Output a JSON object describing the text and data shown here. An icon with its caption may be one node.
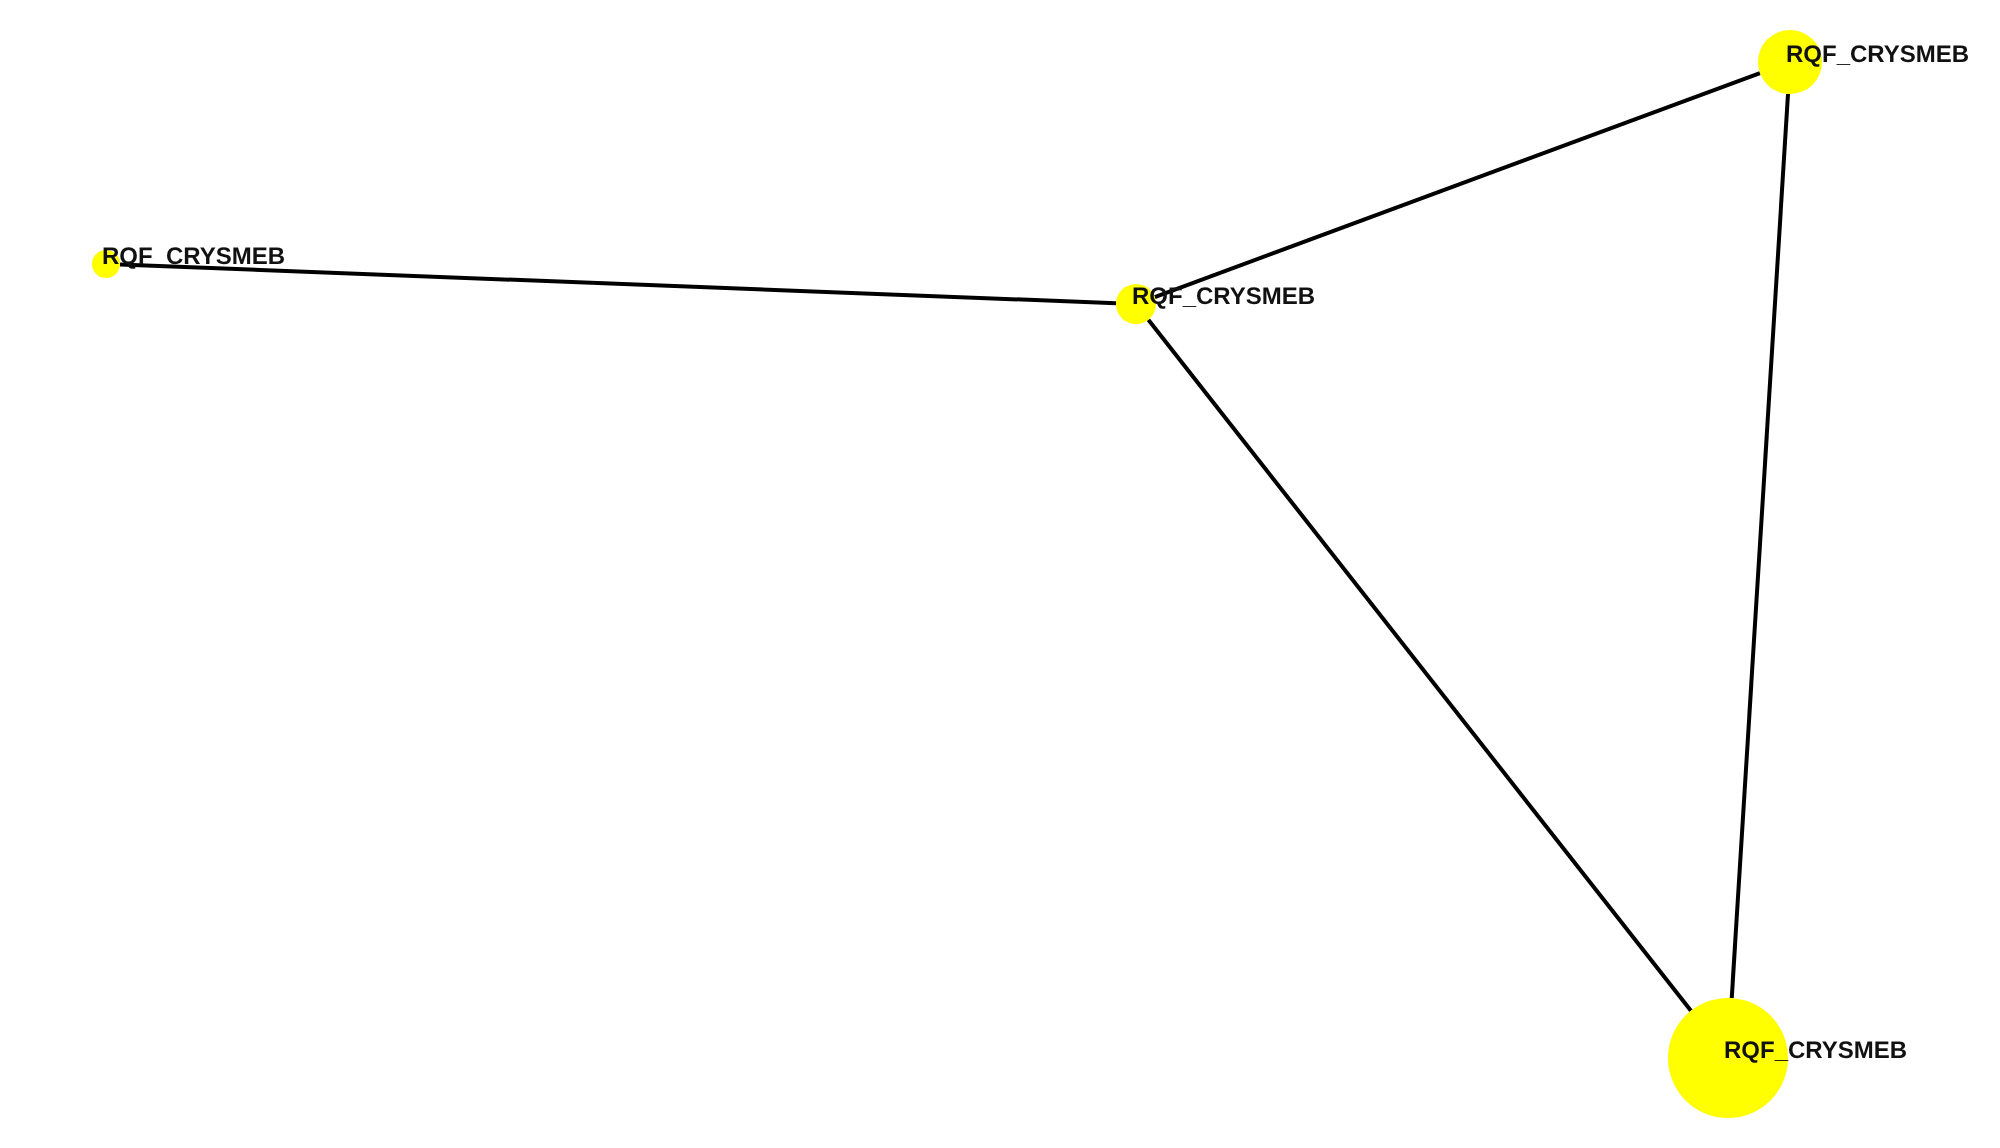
{
  "diagram": {
    "nodes": [
      {
        "text": [
          "RQF_CRYSMEB"
        ]
      },
      {
        "text": [
          "RQF_CRYSMEB"
        ]
      },
      {
        "text": [
          "RQF_CRYSMEB"
        ]
      },
      {
        "text": [
          "RQF_CRYSMEB"
        ]
      }
    ],
    "edges": [
      {
        "from": 1,
        "to": 2,
        "arrow": "none"
      },
      {
        "from": 2,
        "to": 0,
        "arrow": "none"
      },
      {
        "from": 2,
        "to": 3,
        "arrow": "none"
      },
      {
        "from": 0,
        "to": 3,
        "arrow": "none"
      }
    ]
  }
}
